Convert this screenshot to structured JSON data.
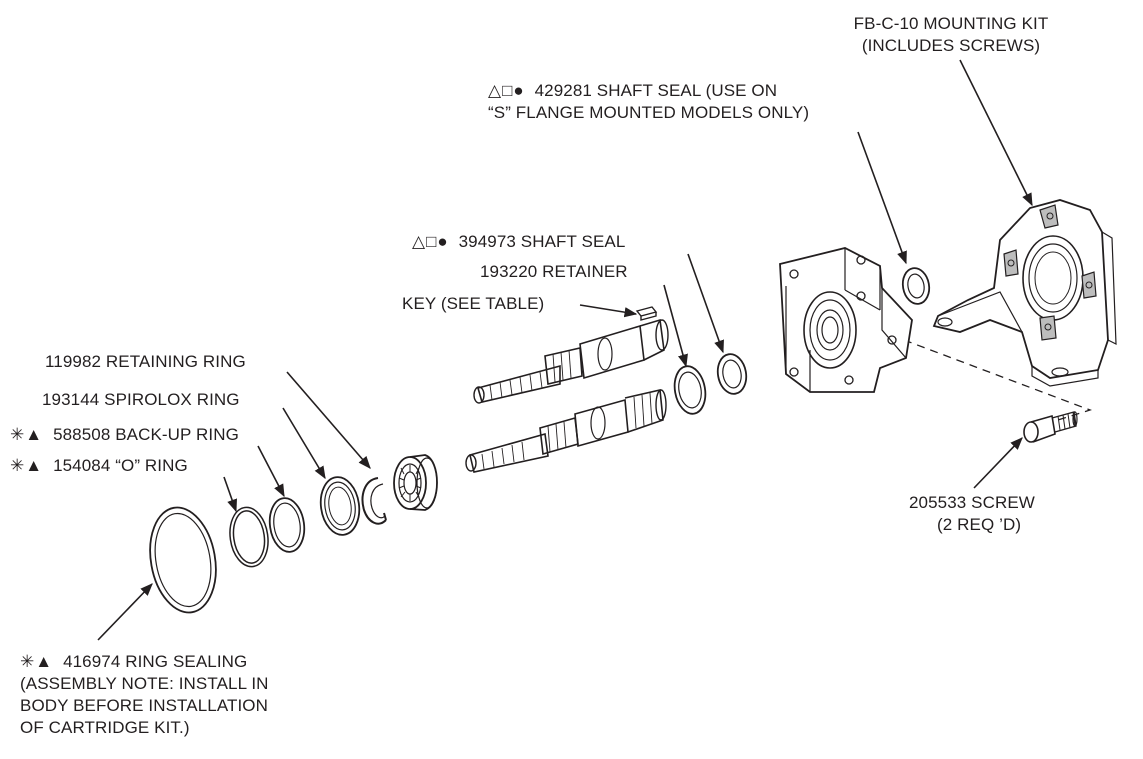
{
  "labels": {
    "mounting_kit": {
      "line1": "FB-C-10 MOUNTING KIT",
      "line2": "(INCLUDES SCREWS)"
    },
    "shaft_seal_s": {
      "symbols": "△□●",
      "line1": "429281 SHAFT SEAL (USE ON",
      "line2": "“S” FLANGE MOUNTED MODELS ONLY)"
    },
    "shaft_seal": {
      "symbols": "△□●",
      "text": "394973 SHAFT SEAL"
    },
    "retainer": {
      "text": "193220 RETAINER"
    },
    "key": {
      "text": "KEY (SEE TABLE)"
    },
    "retaining_ring": {
      "text": "119982 RETAINING RING"
    },
    "spirolox_ring": {
      "text": "193144 SPIROLOX RING"
    },
    "backup_ring": {
      "symbols": "✳▲",
      "text": "588508 BACK-UP RING"
    },
    "o_ring": {
      "symbols": "✳▲",
      "text": "154084  “O” RING"
    },
    "screw": {
      "line1": "205533 SCREW",
      "line2": "(2 REQ ’D)"
    },
    "ring_sealing": {
      "symbols": "✳▲",
      "line1": "416974 RING SEALING",
      "line2": "(ASSEMBLY NOTE: INSTALL IN",
      "line3": "BODY BEFORE INSTALLATION",
      "line4": "OF CARTRIDGE KIT.)"
    }
  },
  "colors": {
    "ink": "#231f20",
    "paper": "#ffffff",
    "shade": "#bdbdbd"
  }
}
